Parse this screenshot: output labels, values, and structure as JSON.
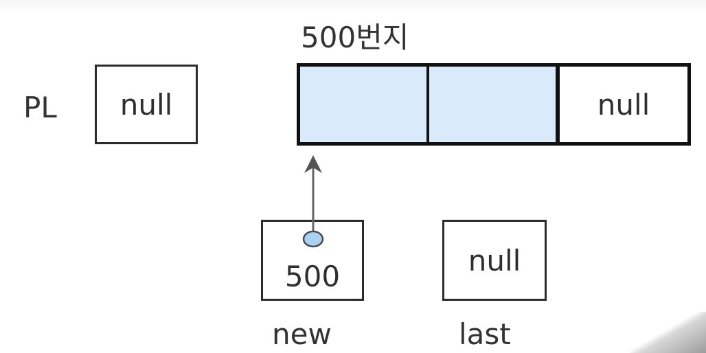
{
  "node": {
    "address_label": "500번지",
    "fields": [
      "",
      "",
      "null"
    ]
  },
  "pl": {
    "label": "PL",
    "value": "null"
  },
  "new_var": {
    "label": "new",
    "value": "500"
  },
  "last_var": {
    "label": "last",
    "value": "null"
  },
  "colors": {
    "node_fill": "#d9ebfa",
    "pointer_dot": "#a9d1f2",
    "arrow": "#666666"
  }
}
